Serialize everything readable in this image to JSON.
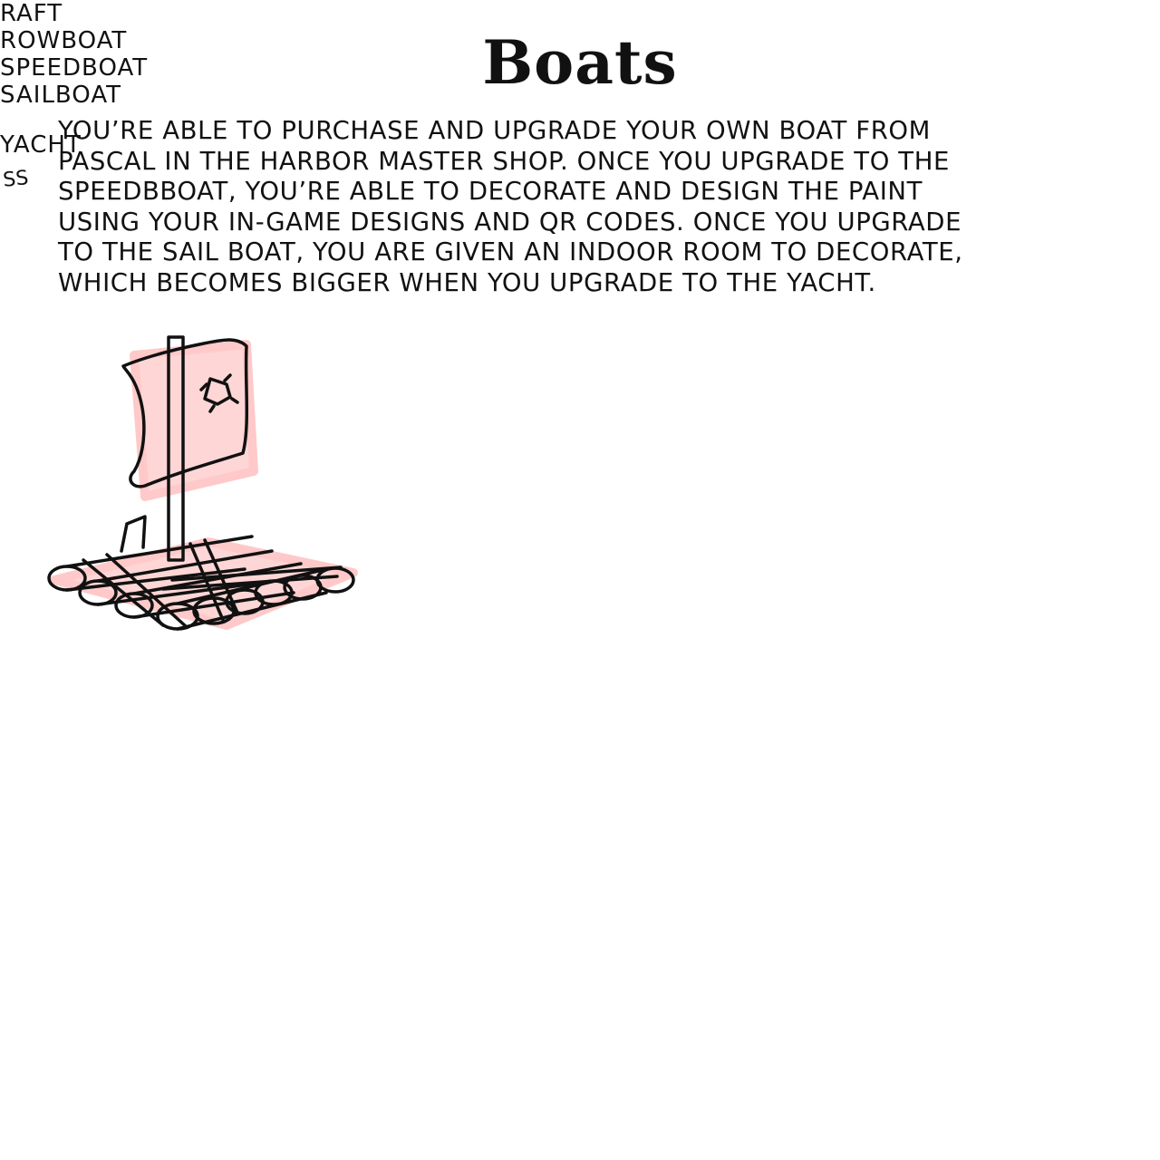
{
  "title": "Boats",
  "description_lines": [
    "You’re able to purchase and upgrade your own boat from",
    "Pascal in the Harbor Master Shop. Once you upgrade to the",
    "Speedbboat, you’re able to decorate and design the paint",
    "using your in-game designs and QR codes. Once you upgrade",
    "to the sail boat, you are given an indoor room to decorate,",
    "which becomes bigger when you upgrade to the yacht."
  ],
  "labels": {
    "raft": "Raft",
    "rowboat": "Rowboat",
    "speedboat": "Speedboat",
    "sailboat": "Sailboat",
    "yacht": "Yacht"
  },
  "yacht_window_text": "SS",
  "colors": {
    "ink": "#111111",
    "shadow_pink": "#ffd6d6",
    "background": "#ffffff"
  }
}
